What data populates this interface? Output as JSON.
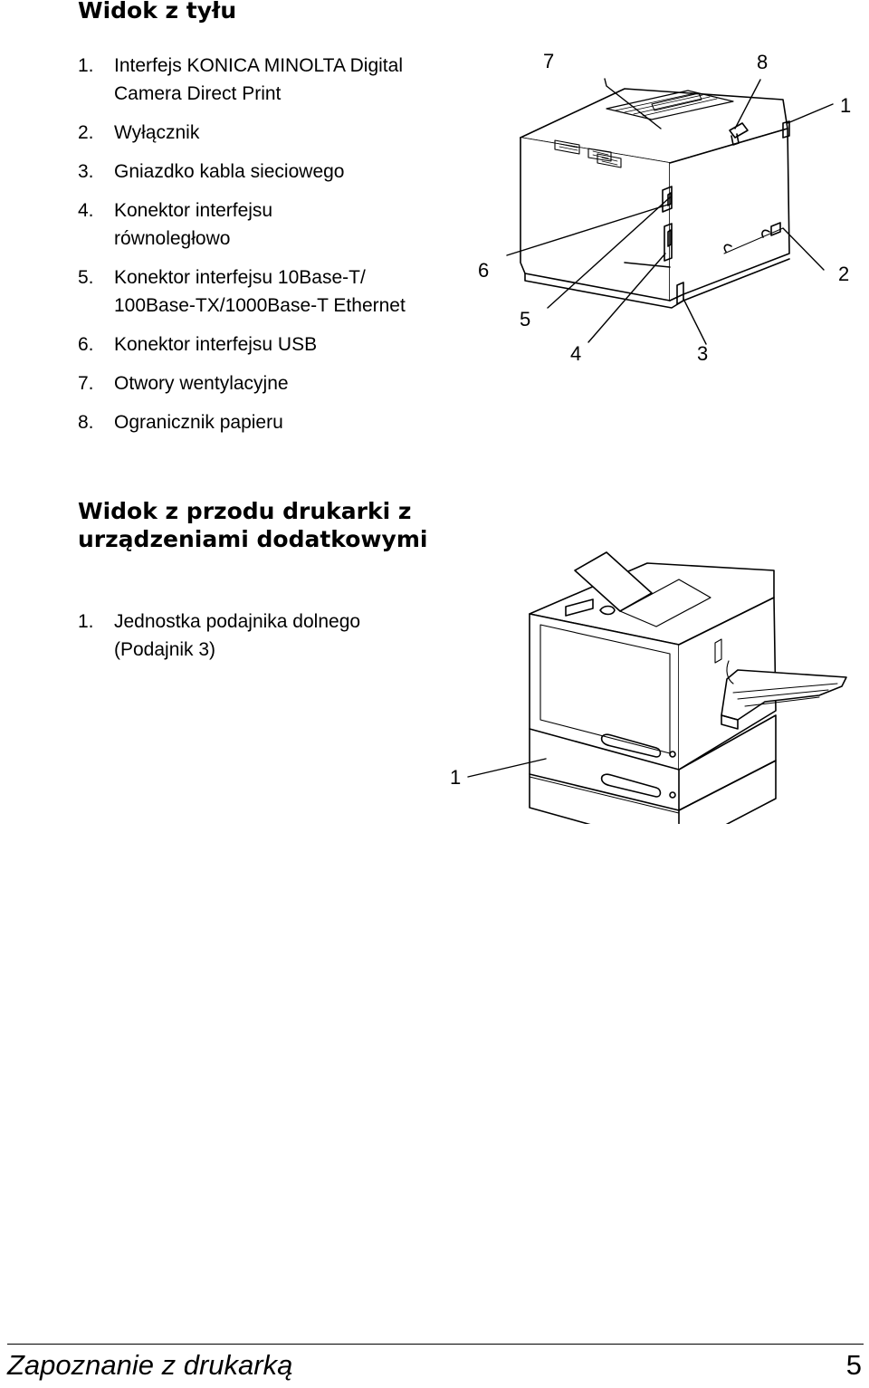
{
  "rear_view": {
    "title": "Widok z tyłu",
    "items": [
      {
        "num": "1.",
        "text": "Interfejs KONICA MINOLTA Digital Camera Direct Print"
      },
      {
        "num": "2.",
        "text": "Wyłącznik"
      },
      {
        "num": "3.",
        "text": "Gniazdko kabla sieciowego"
      },
      {
        "num": "4.",
        "text": "Konektor interfejsu równoległowo"
      },
      {
        "num": "5.",
        "text": "Konektor interfejsu 10Base-T/ 100Base-TX/1000Base-T Ethernet"
      },
      {
        "num": "6.",
        "text": "Konektor interfejsu USB"
      },
      {
        "num": "7.",
        "text": "Otwory wentylacyjne"
      },
      {
        "num": "8.",
        "text": "Ogranicznik papieru"
      }
    ],
    "callouts": [
      "1",
      "2",
      "3",
      "4",
      "5",
      "6",
      "7",
      "8"
    ]
  },
  "front_view": {
    "title": "Widok z przodu drukarki z urządzeniami dodatkowymi",
    "items": [
      {
        "num": "1.",
        "text": "Jednostka podajnika dolnego (Podajnik 3)"
      }
    ],
    "callouts": [
      "1"
    ]
  },
  "footer": {
    "section": "Zapoznanie z drukarką",
    "page": "5"
  }
}
